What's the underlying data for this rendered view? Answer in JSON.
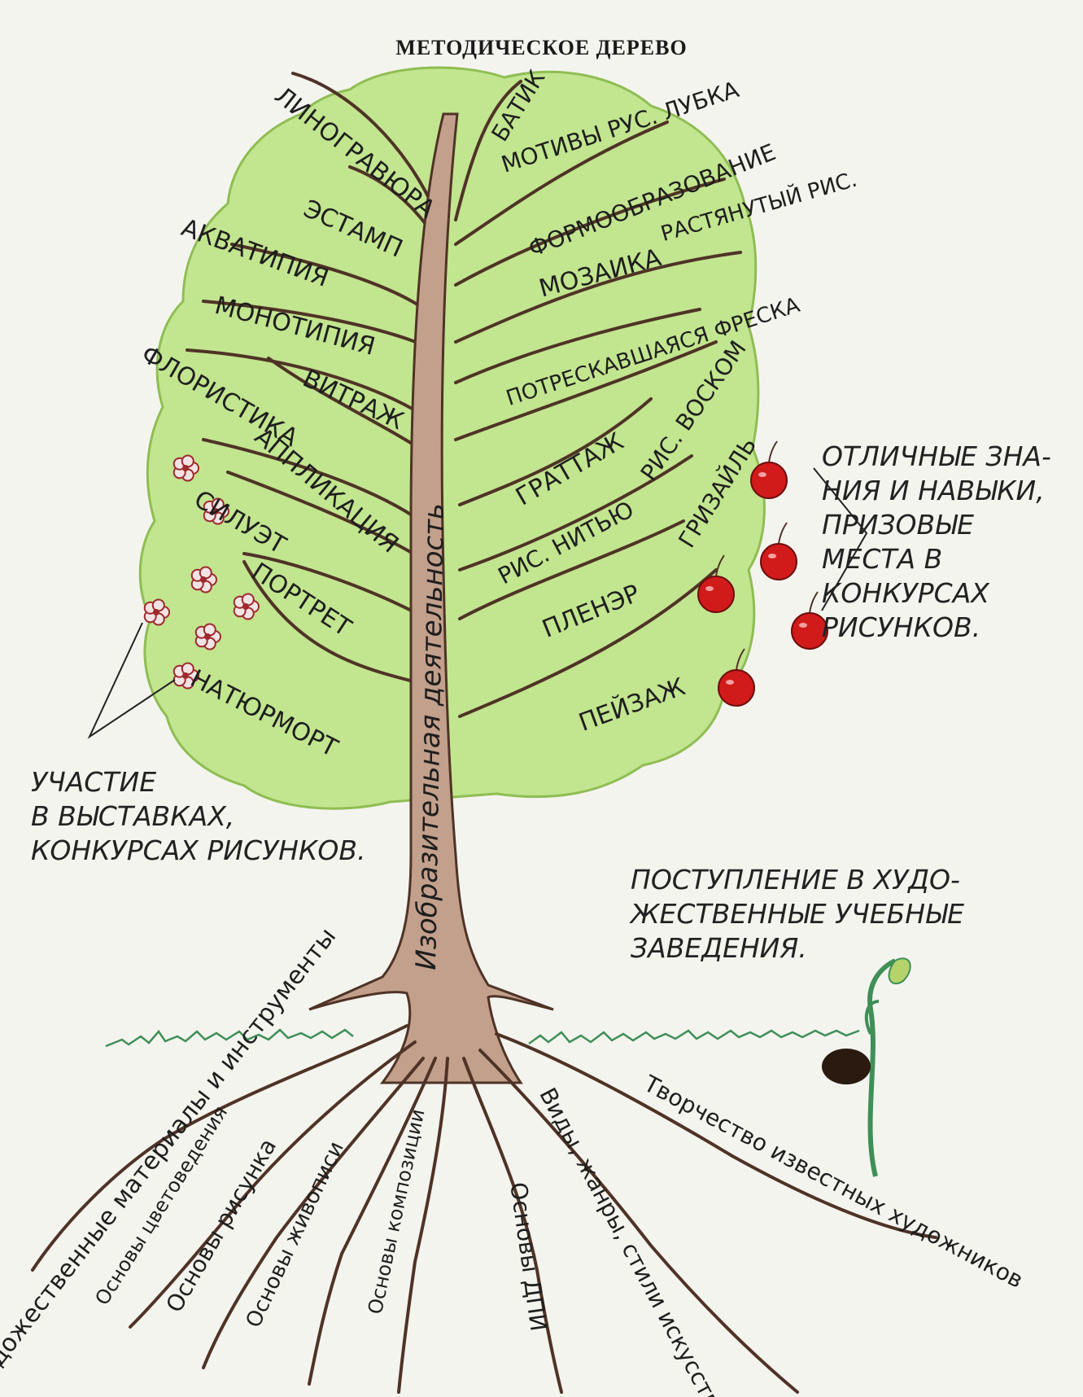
{
  "title": "МЕТОДИЧЕСКОЕ ДЕРЕВО",
  "colors": {
    "crown": "#c2e58f",
    "crown_edge": "#8fbd53",
    "trunk": "#c2a08c",
    "trunk_edge": "#4f3326",
    "grass": "#3f8f57",
    "apple": "#d11a1a",
    "flower": "#9e2a2f"
  },
  "trunk_label": "Изобразительная деятельность",
  "branches_left": [
    "ЛИНОГРАВЮРА",
    "ЭСТАМП",
    "АКВАТИПИЯ",
    "МОНОТИПИЯ",
    "ФЛОРИСТИКА",
    "ВИТРАЖ",
    "АППЛИКАЦИЯ",
    "СИЛУЭТ",
    "ПОРТРЕТ",
    "НАТЮРМОРТ"
  ],
  "branches_right": [
    "БАТИК",
    "МОТИВЫ РУС. ЛУБКА",
    "ФОРМООБРАЗОВАНИЕ",
    "РАСТЯНУТЫЙ РИС.",
    "МОЗАИКА",
    "ПОТРЕСКАВШАЯСЯ ФРЕСКА",
    "РИС. ВОСКОМ",
    "ГРАТТАЖ",
    "ГРИЗАЙЛЬ",
    "РИС. НИТЬЮ",
    "ПЛЕНЭР",
    "ПЕЙЗАЖ"
  ],
  "roots": [
    "Художественные материалы и инструменты",
    "Основы цветоведения",
    "Основы рисунка",
    "Основы живописи",
    "Основы композиции",
    "Основы ДПИ",
    "Виды, жанры, стили искусства",
    "Творчество известных художников"
  ],
  "note_apples": [
    "ОТЛИЧНЫЕ ЗНА-",
    "НИЯ И НАВЫКИ,",
    "ПРИЗОВЫЕ",
    "МЕСТА В",
    "КОНКУРСАХ",
    "РИСУНКОВ."
  ],
  "note_flowers": [
    "УЧАСТИЕ",
    "В ВЫСТАВКАХ,",
    "КОНКУРСАХ РИСУНКОВ."
  ],
  "note_sprout": [
    "ПОСТУПЛЕНИЕ В ХУДО-",
    "ЖЕСТВЕННЫЕ УЧЕБНЫЕ",
    "ЗАВЕДЕНИЯ."
  ]
}
